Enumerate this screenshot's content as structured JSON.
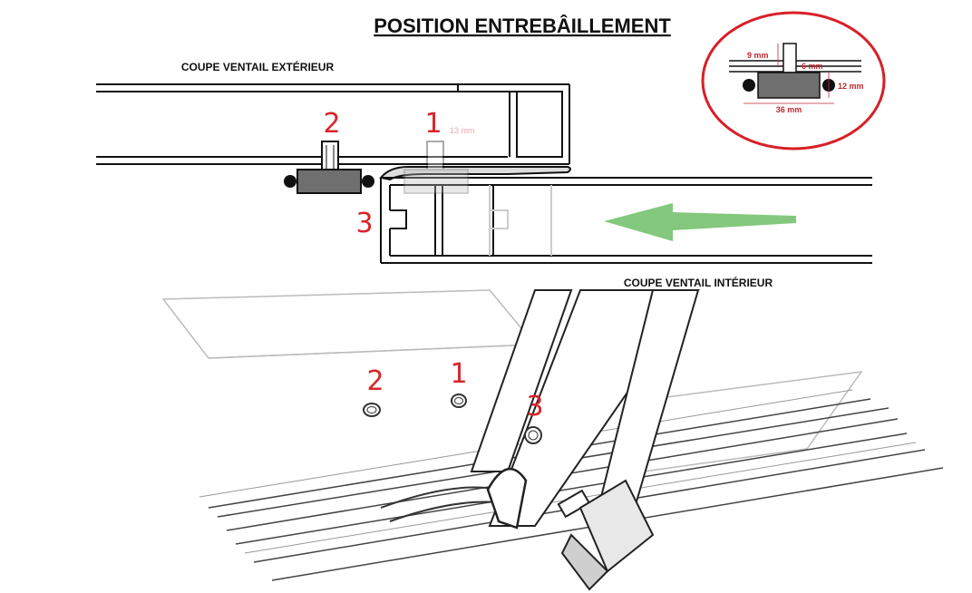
{
  "title": "POSITION ENTREBÂILLEMENT",
  "labels": {
    "exterior_section": "COUPE VENTAIL EXTÉRIEUR",
    "interior_section": "COUPE VENTAIL INTÉRIEUR"
  },
  "markers": {
    "m1": "1",
    "m2": "2",
    "m3": "3"
  },
  "detail": {
    "dim_9": "9 mm",
    "dim_6": "6 mm",
    "dim_12": "12 mm",
    "dim_36": "36 mm"
  },
  "faded_dim": "13 mm",
  "colors": {
    "marker_red": "#d8252b",
    "detail_circle": "#d81f26",
    "arrow_green": "#7cc576",
    "block_gray": "#6f6f6f"
  }
}
